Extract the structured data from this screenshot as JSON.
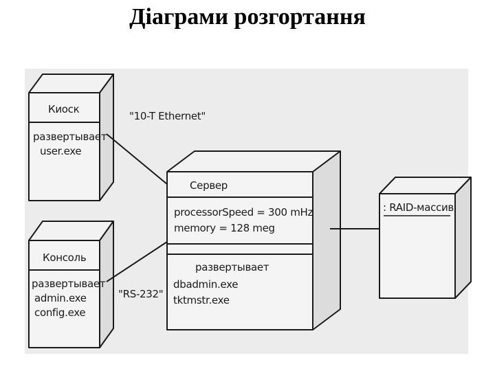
{
  "title": "Діаграми розгортання",
  "nodes": {
    "kiosk": {
      "name": "Киоск",
      "deploy_label": "развертывает",
      "artifacts": [
        "user.exe"
      ]
    },
    "console": {
      "name": "Консоль",
      "deploy_label": "развертывает",
      "artifacts": [
        "admin.exe",
        "config.exe"
      ]
    },
    "server": {
      "name": "Сервер",
      "attributes": [
        "processorSpeed = 300 mHz",
        "memory = 128 meg"
      ],
      "deploy_label": "развертывает",
      "artifacts": [
        "dbadmin.exe",
        "tktmstr.exe"
      ]
    },
    "raid": {
      "name": ": RAID-массив"
    }
  },
  "connections": {
    "kiosk_server": "\"10-T Ethernet\"",
    "console_server": "\"RS-232\""
  }
}
